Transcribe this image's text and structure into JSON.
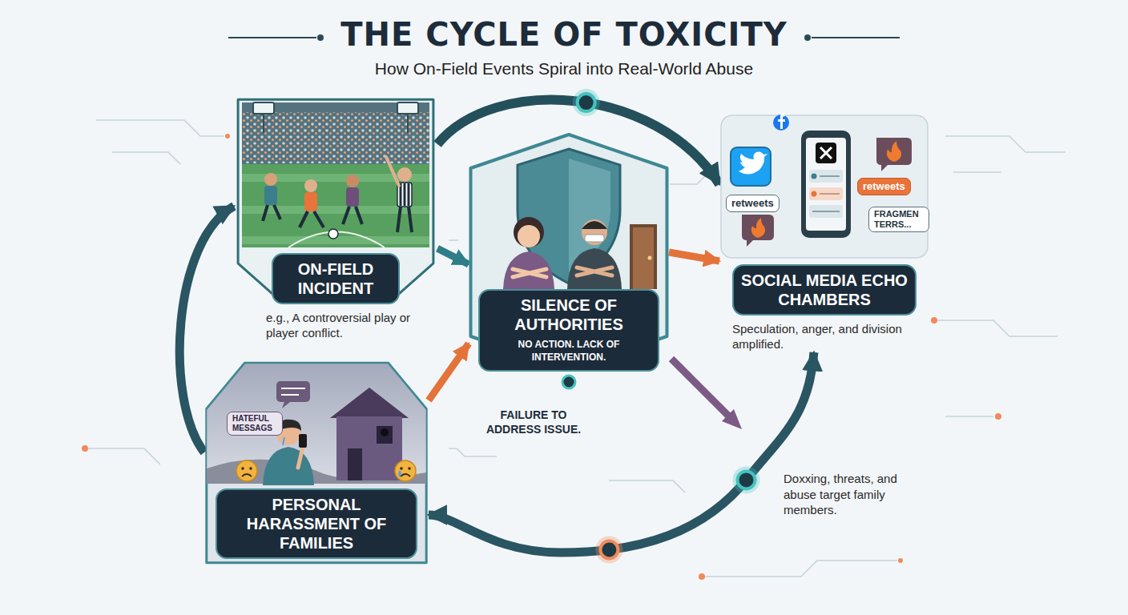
{
  "diagram": {
    "title": "THE CYCLE OF TOXICITY",
    "caption": "How On-Field Events Spiral into Real-World Abuse",
    "nodes": [
      {
        "text": [
          "ON-FIELD INCIDENT",
          "e.g., A controversial play or player conflict."
        ]
      },
      {
        "text": [
          "SILENCE OF AUTHORITIES",
          "NO ACTION. LACK OF INTERVENTION."
        ]
      },
      {
        "text": [
          "SOCIAL MEDIA ECHO CHAMBERS",
          "Speculation, anger, and division amplified."
        ]
      },
      {
        "text": [
          "retweets"
        ],
        "in": 2
      },
      {
        "text": [
          "retweets"
        ],
        "in": 2
      },
      {
        "text": [
          "FRAGMEN TERRS..."
        ],
        "in": 2
      },
      {
        "text": [
          "PERSONAL HARASSMENT OF FAMILIES"
        ]
      },
      {
        "text": [
          "HATEFUL MESSAGS"
        ],
        "in": 6
      }
    ],
    "edges": [
      {
        "from": 0,
        "to": 2,
        "arrow": "to"
      },
      {
        "from": 0,
        "to": 1,
        "arrow": "to"
      },
      {
        "from": 1,
        "to": 2,
        "arrow": "to"
      },
      {
        "from": 2,
        "to": 6,
        "arrow": "both"
      },
      {
        "from": 6,
        "to": 1,
        "arrow": "to"
      },
      {
        "from": 6,
        "to": 0,
        "arrow": "to"
      }
    ],
    "labels": [
      "FAILURE TO ADDRESS ISSUE.",
      "Doxxing, threats, and abuse target family members."
    ]
  }
}
